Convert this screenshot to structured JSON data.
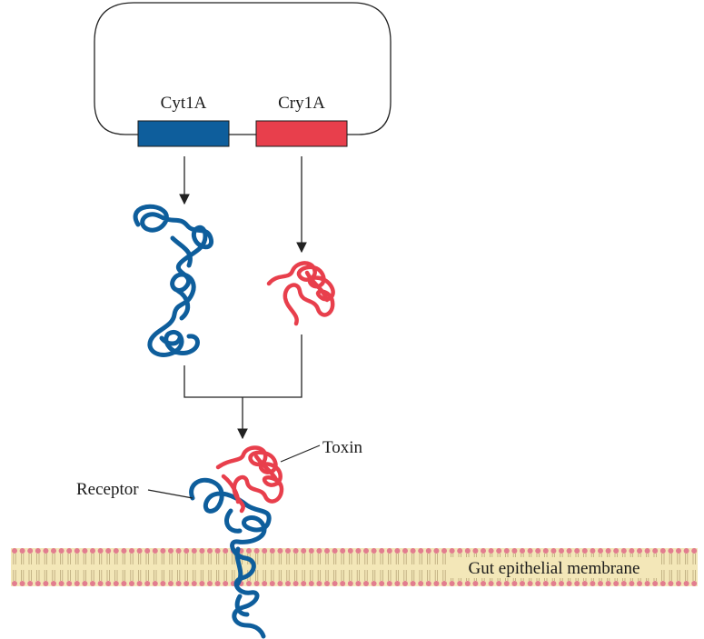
{
  "genes": {
    "left": {
      "label": "Cyt1A",
      "color": "#0e5e9c"
    },
    "right": {
      "label": "Cry1A",
      "color": "#e83f4c"
    }
  },
  "labels": {
    "toxin": "Toxin",
    "receptor": "Receptor",
    "membrane": "Gut epithelial membrane"
  },
  "colors": {
    "membrane_fill": "#f3e7b8",
    "lipid_head": "#e27d8f",
    "lipid_tail": "#b9a77a",
    "line": "#222222"
  }
}
